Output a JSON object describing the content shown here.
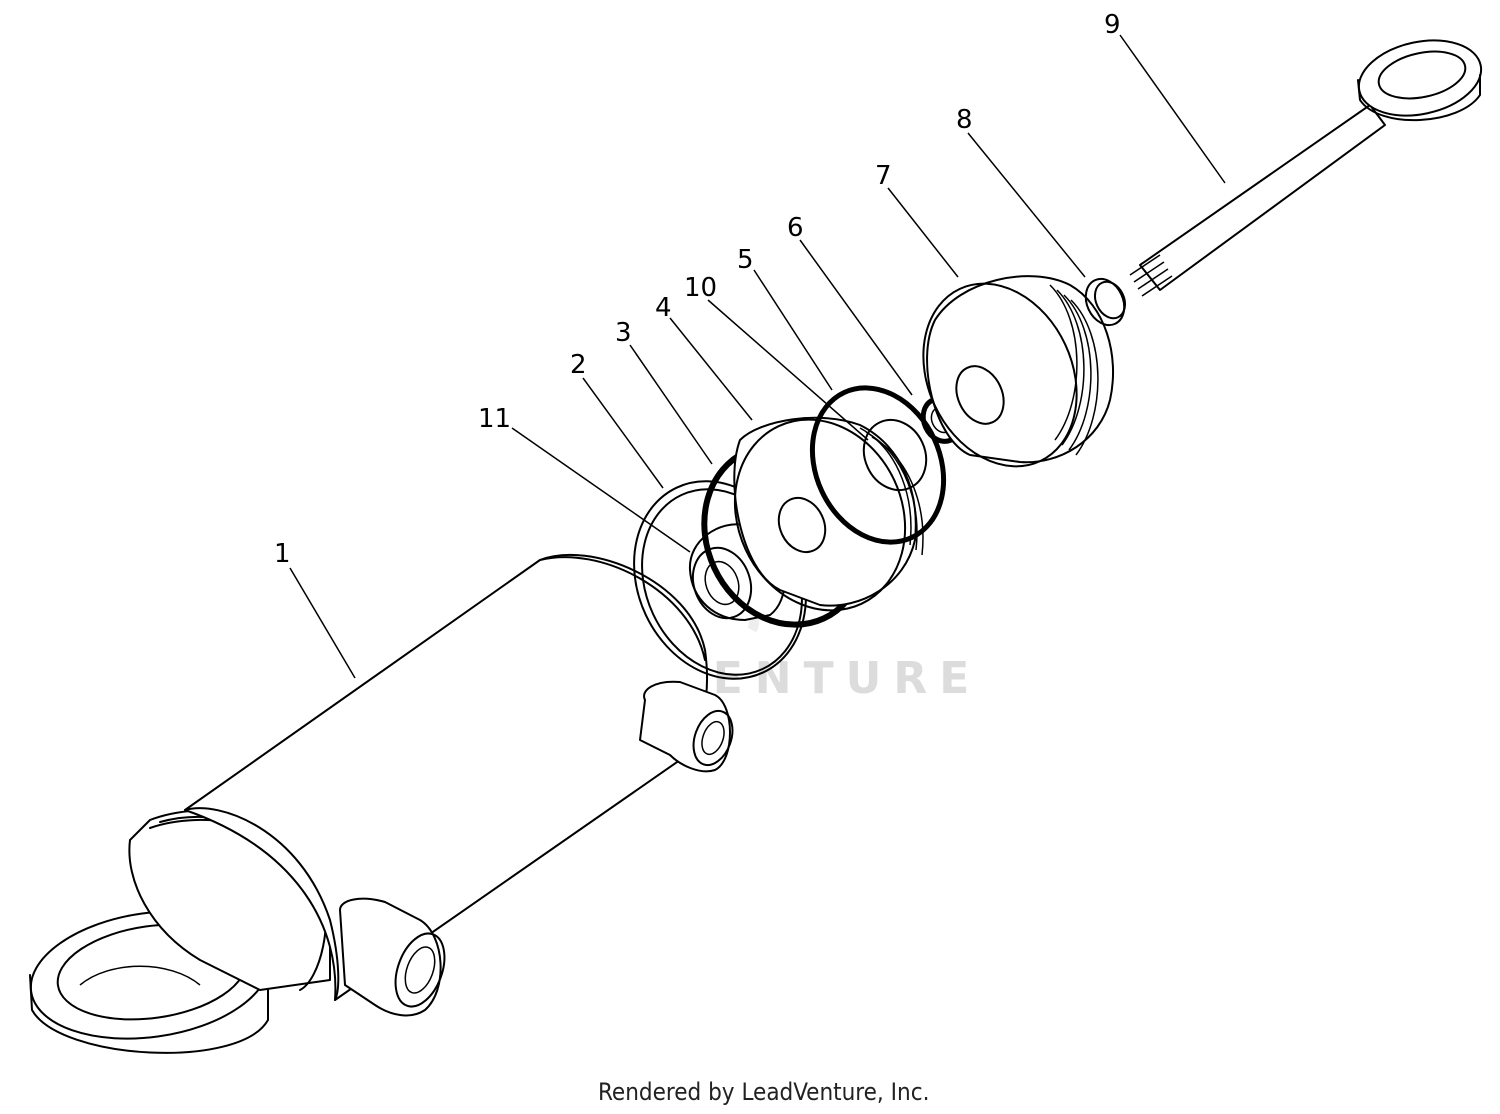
{
  "diagram": {
    "callouts": [
      {
        "id": "1",
        "label": "1"
      },
      {
        "id": "2",
        "label": "2"
      },
      {
        "id": "3",
        "label": "3"
      },
      {
        "id": "4",
        "label": "4"
      },
      {
        "id": "5",
        "label": "5"
      },
      {
        "id": "6",
        "label": "6"
      },
      {
        "id": "7",
        "label": "7"
      },
      {
        "id": "8",
        "label": "8"
      },
      {
        "id": "9",
        "label": "9"
      },
      {
        "id": "10",
        "label": "10"
      },
      {
        "id": "11",
        "label": "11"
      }
    ],
    "watermark": "LEADVENTURE",
    "credit": "Rendered by LeadVenture, Inc."
  }
}
